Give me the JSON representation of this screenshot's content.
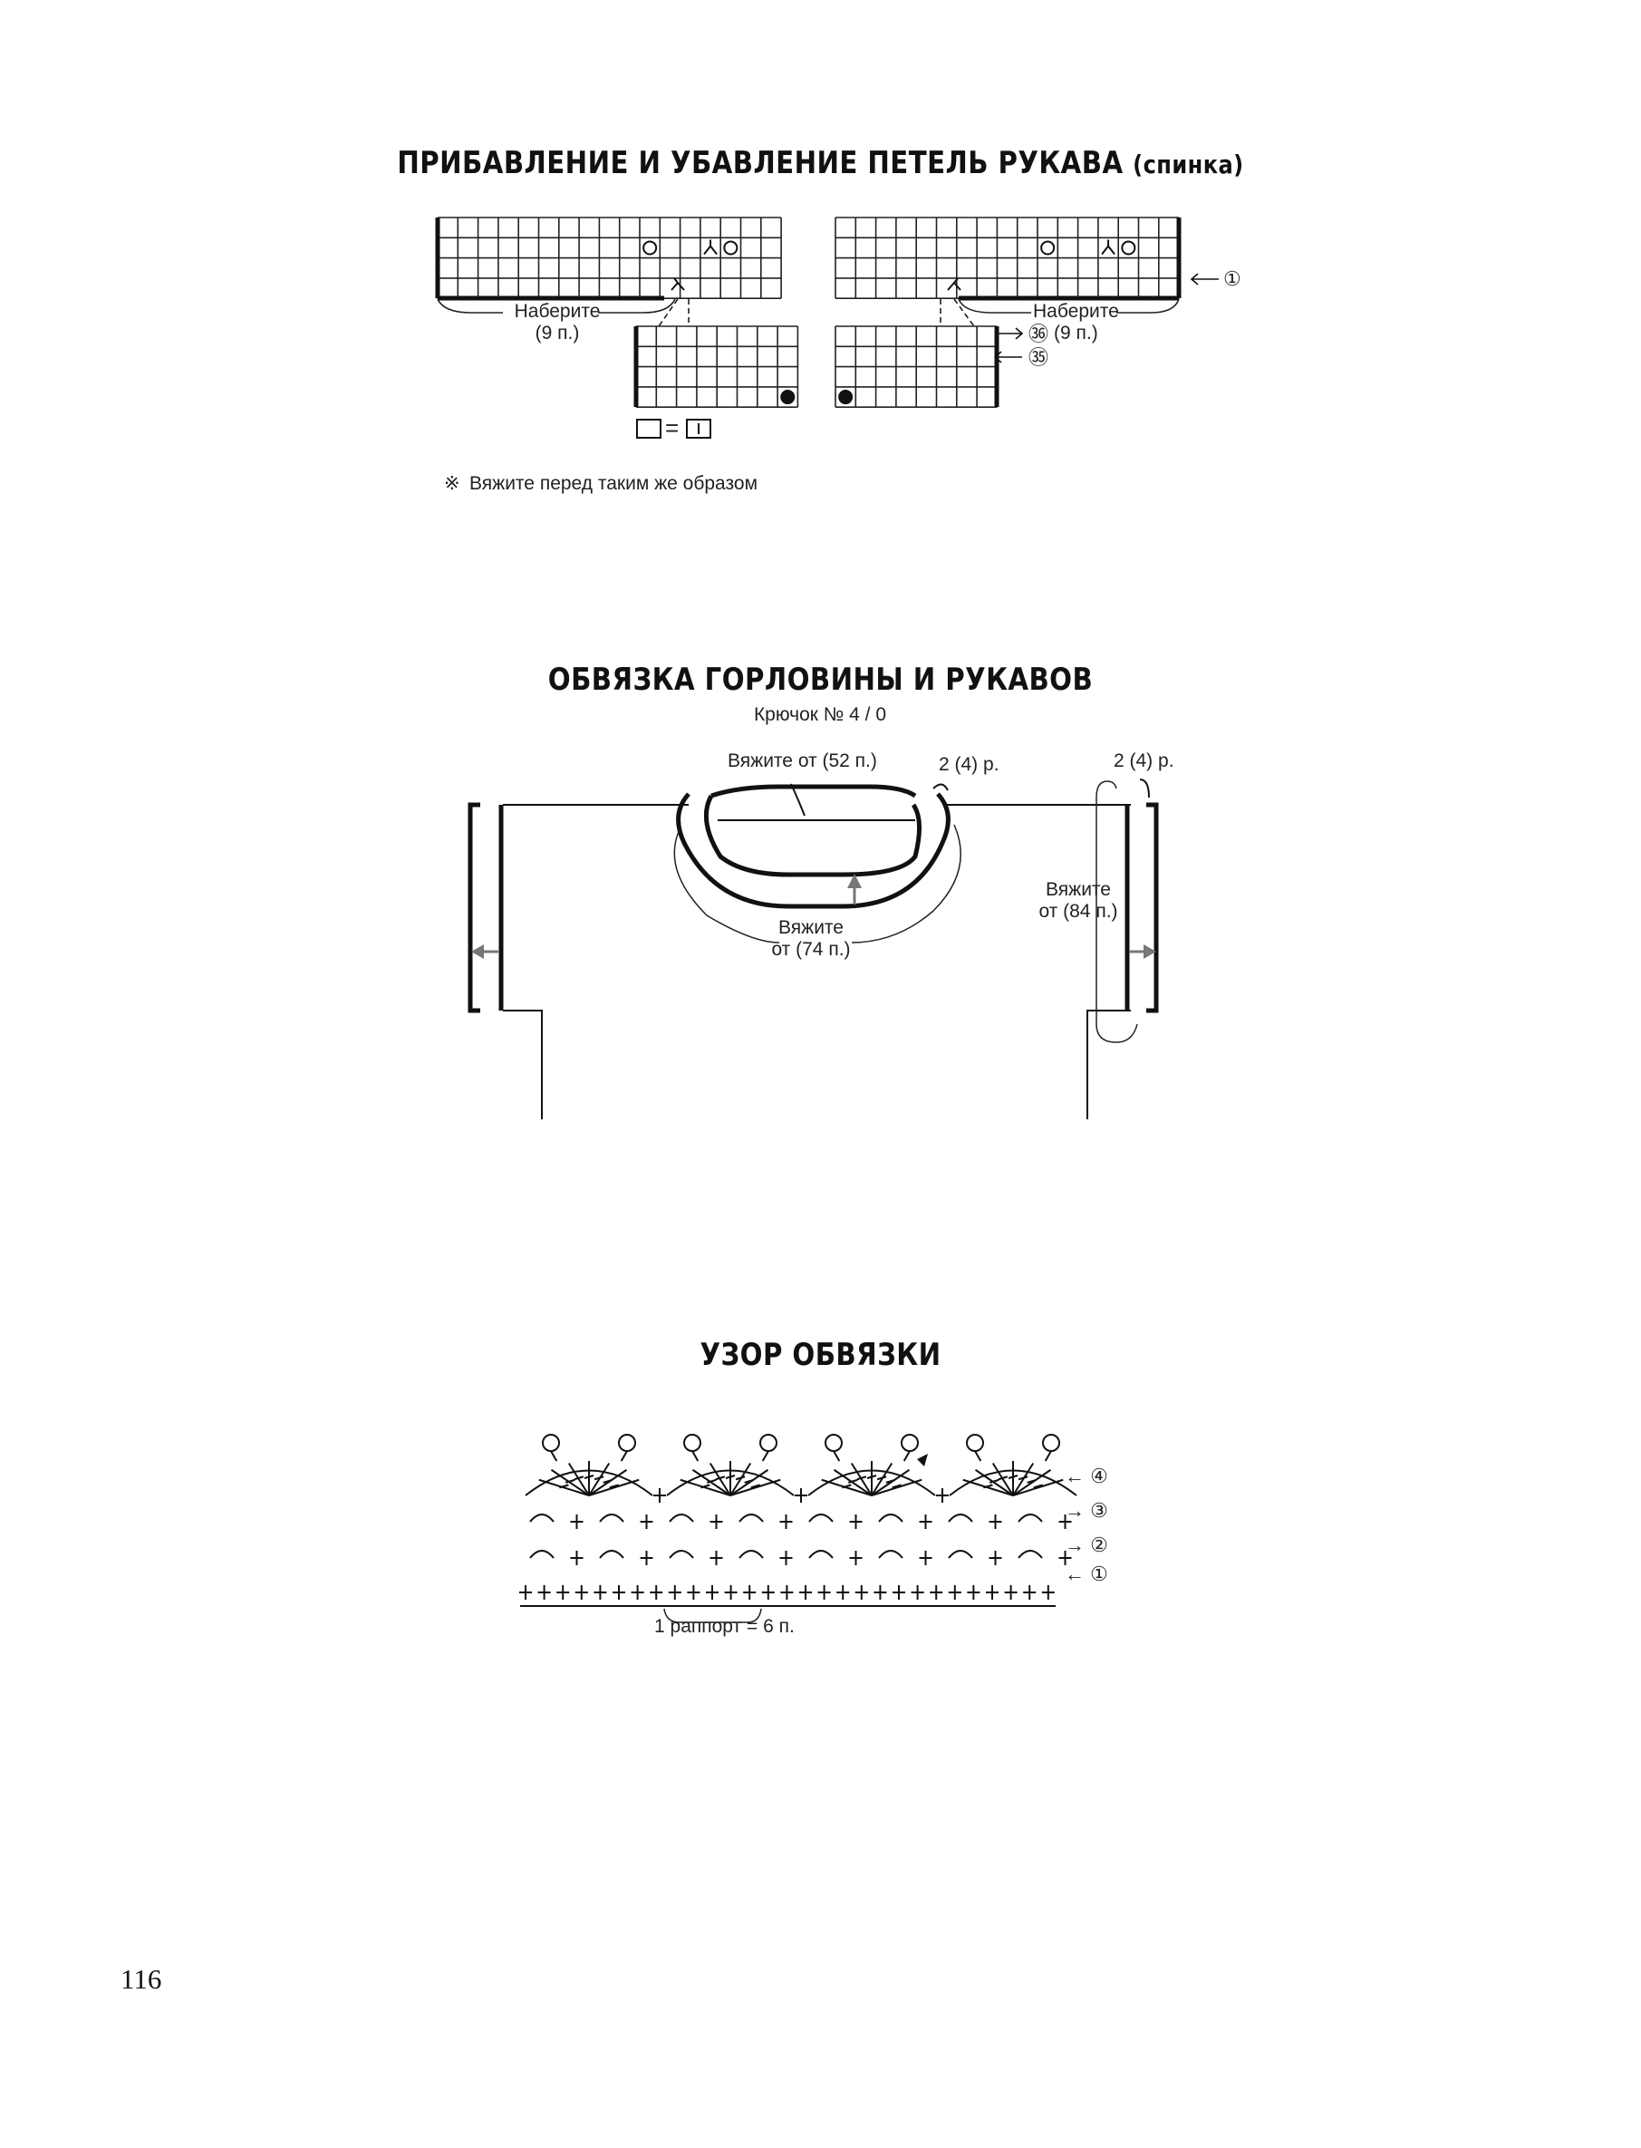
{
  "section1": {
    "title": "ПРИБАВЛЕНИЕ И УБАВЛЕНИЕ ПЕТЕЛЬ РУКАВА",
    "title_suffix": "(спинка)",
    "left_label": "Наберите\n(9 п.)",
    "right_label": "Наберите",
    "right_count": "(9 п.)",
    "row_1": "①",
    "row_36": "㊱",
    "row_35": "㉟",
    "legend_eq": "=",
    "note_mark": "※",
    "note": "Вяжите перед таким же образом"
  },
  "section2": {
    "title": "ОБВЯЗКА ГОРЛОВИНЫ И РУКАВОВ",
    "hook": "Крючок № 4 / 0",
    "neck_top_label": "Вяжите от (52 п.)",
    "neck_rows": "2 (4) р.",
    "sleeve_rows": "2 (4) р.",
    "neck_bottom_label": "Вяжите\nот (74 п.)",
    "sleeve_label": "Вяжите\nот (84 п.)"
  },
  "section3": {
    "title": "УЗОР ОБВЯЗКИ",
    "row_4": "④",
    "row_3": "③",
    "row_2": "②",
    "row_1": "①",
    "repeat": "1 раппорт = 6 п."
  },
  "page_number": "116"
}
